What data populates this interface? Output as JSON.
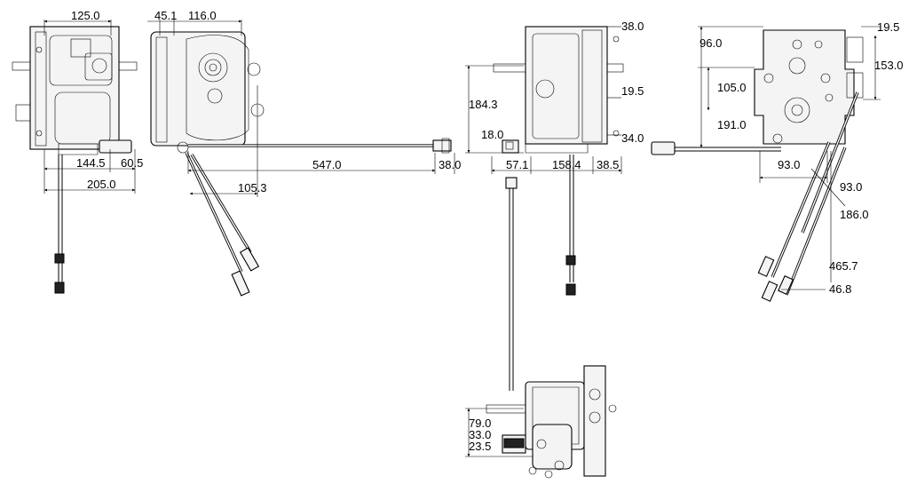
{
  "dimensions": {
    "view1": {
      "top": "125.0",
      "b1": "144.5",
      "b2": "60.5",
      "total": "205.0"
    },
    "view2": {
      "t1": "45.1",
      "t2": "116.0",
      "cable": "547.0",
      "plug": "38.0",
      "off": "105.3"
    },
    "view3": {
      "top": "38.0",
      "h": "184.3",
      "s": "18.0",
      "m": "19.5",
      "b": "34.0",
      "w1": "57.1",
      "w2": "158.4",
      "w3": "38.5"
    },
    "view4": {
      "a": "19.5",
      "b": "96.0",
      "c": "153.0",
      "d": "105.0",
      "e": "191.0",
      "f": "93.0",
      "g": "93.0",
      "h": "186.0",
      "i": "465.7",
      "j": "46.8"
    },
    "view5": {
      "a": "79.0",
      "b": "33.0",
      "c": "23.5"
    }
  }
}
